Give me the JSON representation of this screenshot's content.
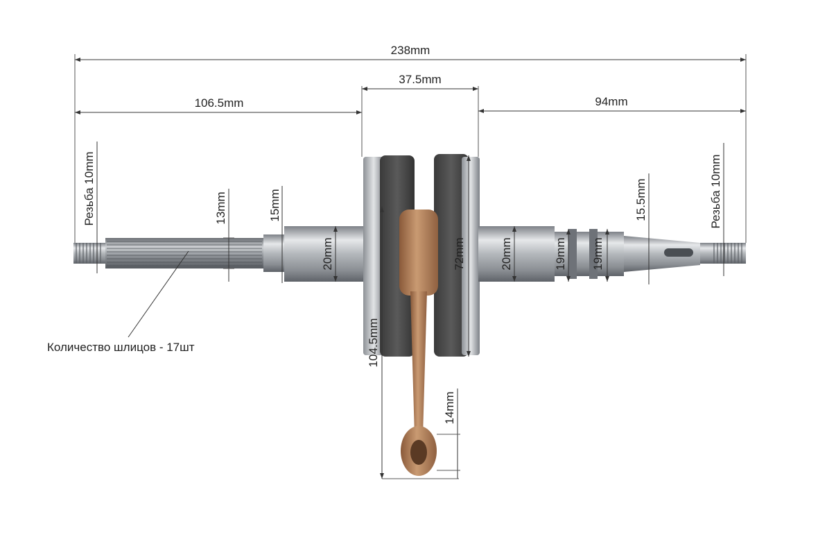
{
  "dimensions": {
    "overall_length": "238mm",
    "left_shaft_length": "106.5mm",
    "flywheel_width": "37.5mm",
    "right_shaft_length": "94mm",
    "left_thread": "Резьба 10mm",
    "right_thread": "Резьба 10mm",
    "spline_diameter": "13mm",
    "left_neck_diameter": "15mm",
    "left_journal_diameter": "20mm",
    "flywheel_diameter": "72mm",
    "right_journal_diameter": "20mm",
    "right_groove1_diameter": "19mm",
    "right_groove2_diameter": "19mm",
    "right_taper_diameter": "15.5mm",
    "rod_length": "104.5mm",
    "small_end_diameter": "14mm"
  },
  "annotation": {
    "spline_count": "Количество шлицов - 17шт"
  },
  "colors": {
    "steel": "#b8bcc0",
    "steel_dark": "#6e7278",
    "cast_iron": "#4a4a4a",
    "bronze": "#b8865e",
    "dimension_line": "#333333"
  }
}
